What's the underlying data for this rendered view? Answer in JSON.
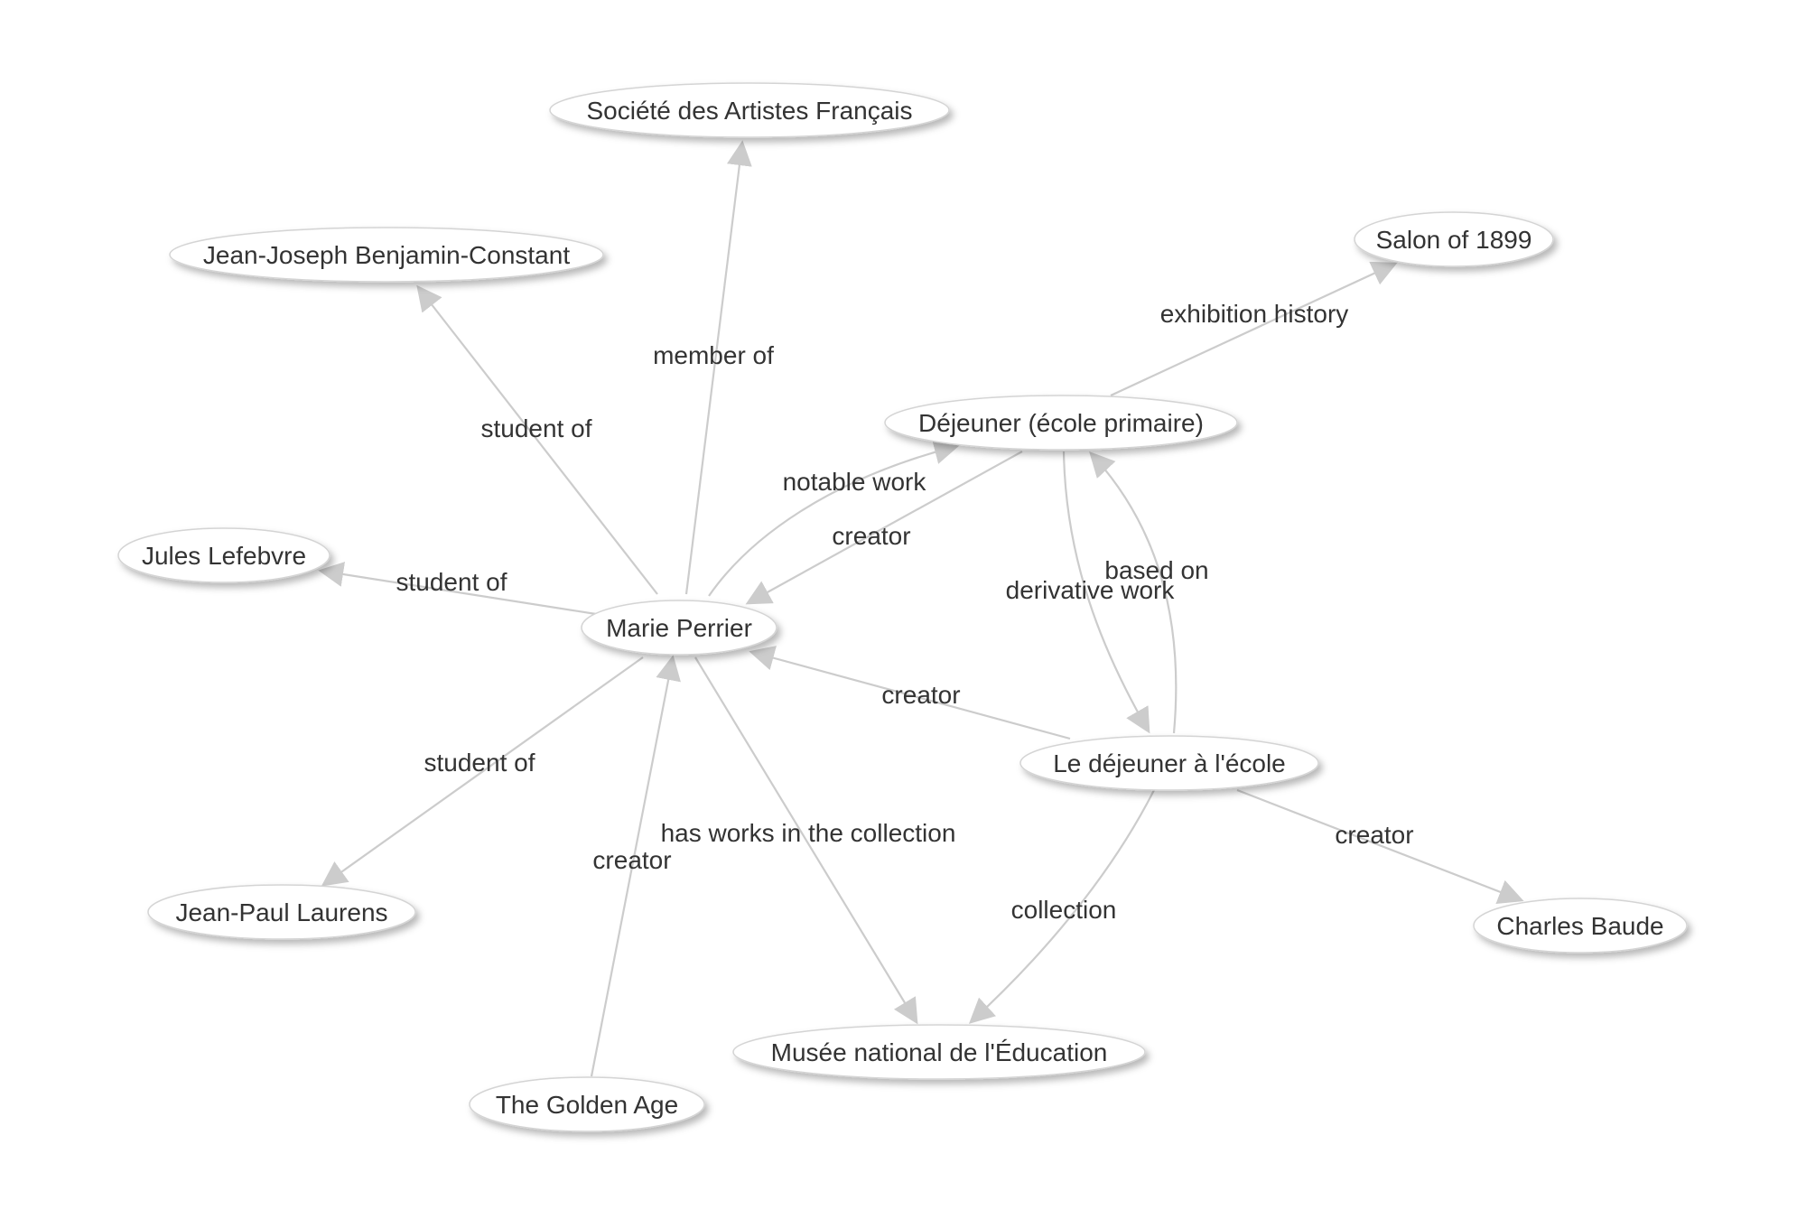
{
  "nodes": {
    "societe": "Société des Artistes Français",
    "benjamin": "Jean-Joseph Benjamin-Constant",
    "salon": "Salon of 1899",
    "dejeuner_primaire": "Déjeuner (école primaire)",
    "lefebvre": "Jules Lefebvre",
    "perrier": "Marie Perrier",
    "dejeuner_ecole": "Le déjeuner à l'école",
    "laurens": "Jean-Paul Laurens",
    "baude": "Charles Baude",
    "musee": "Musée national de l'Éducation",
    "golden": "The Golden Age"
  },
  "edges": {
    "member_of": "member of",
    "student_of_benjamin": "student of",
    "student_of_lefebvre": "student of",
    "student_of_laurens": "student of",
    "notable_work": "notable work",
    "creator_dejeuner_primaire": "creator",
    "creator_dejeuner_ecole": "creator",
    "creator_golden": "creator",
    "creator_baude": "creator",
    "has_works": "has works in the collection",
    "exhibition_history": "exhibition history",
    "derivative_work": "derivative work",
    "based_on": "based on",
    "collection": "collection"
  }
}
